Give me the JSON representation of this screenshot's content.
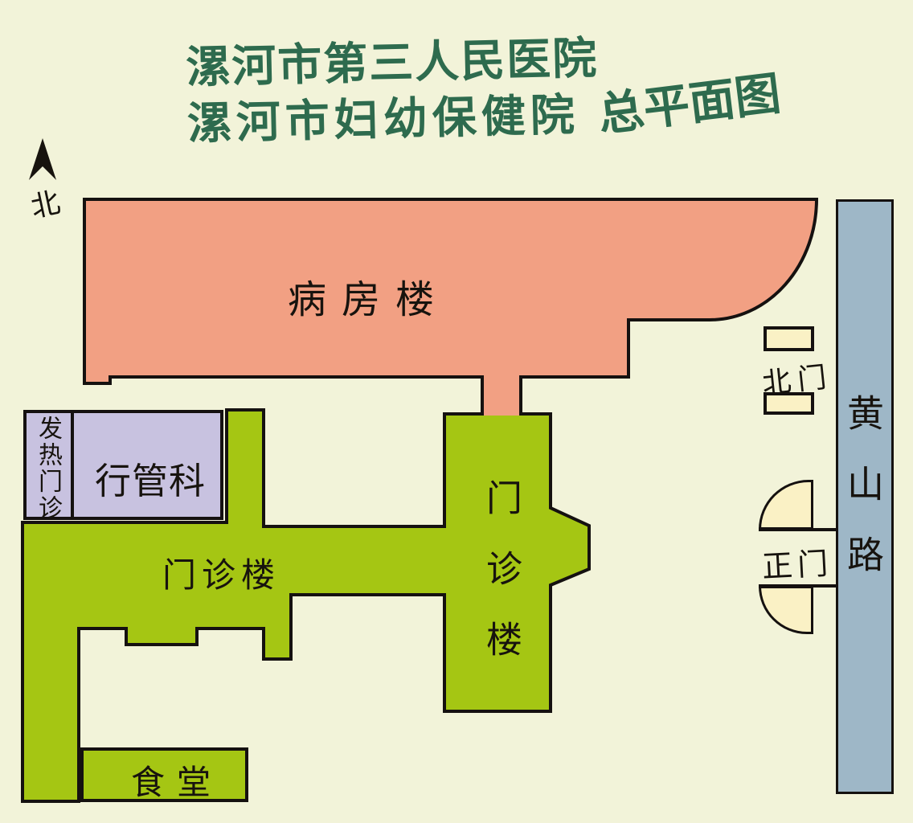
{
  "title": {
    "line1": "漯河市第三人民医院",
    "line2": "漯河市妇幼保健院",
    "subtitle": "总平面图"
  },
  "compass": {
    "north_label": "北"
  },
  "map": {
    "ward_building": {
      "label": "病房楼"
    },
    "outpatient_building": {
      "label_horizontal": "门诊楼",
      "label_vertical": "门诊楼"
    },
    "admin_section": {
      "label": "行管科"
    },
    "fever_clinic": {
      "label": "发热门诊"
    },
    "canteen": {
      "label": "食堂"
    },
    "north_gate": {
      "label": "北门"
    },
    "main_gate": {
      "label": "正门"
    },
    "road": {
      "label": "黄山路"
    }
  },
  "colors": {
    "background": "#f2f3d9",
    "ward": "#f2a083",
    "outpatient": "#a5c613",
    "admin": "#c8c2e0",
    "gate": "#faf1c5",
    "road": "#9eb7c7",
    "outline": "#151110",
    "title_green": "#2e6b4e",
    "compass": "#17130e"
  }
}
